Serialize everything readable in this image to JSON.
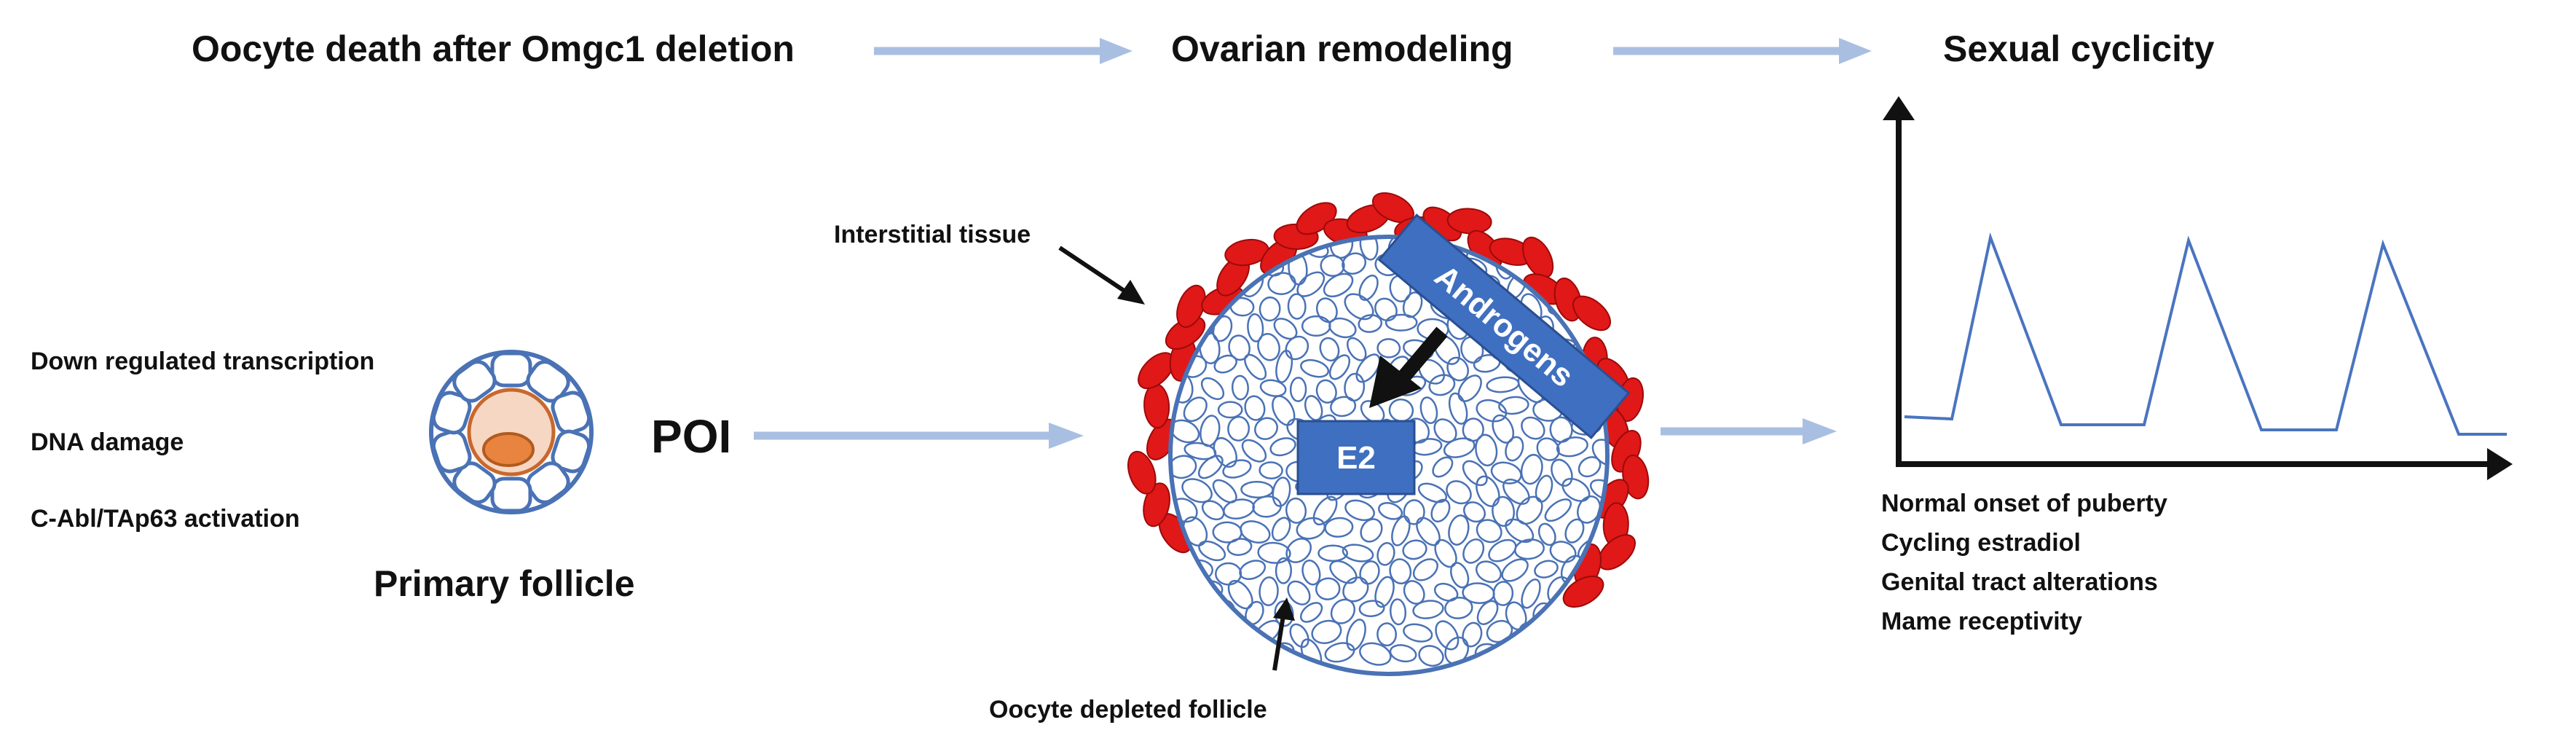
{
  "header": {
    "step1": "Oocyte death after Omgc1 deletion",
    "step2": "Ovarian remodeling",
    "step3": "Sexual cyclicity"
  },
  "left": {
    "mechanisms": [
      "Down regulated transcription",
      "DNA damage",
      "C-Abl/TAp63 activation"
    ],
    "follicle_label": "Primary follicle",
    "poi_label": "POI"
  },
  "center": {
    "interstitial_label": "Interstitial tissue",
    "androgens_label": "Androgens",
    "e2_label": "E2",
    "depleted_label": "Oocyte depleted follicle"
  },
  "right": {
    "outcomes": [
      "Normal onset of puberty",
      "Cycling estradiol",
      "Genital tract alterations",
      "Mame receptivity"
    ]
  },
  "colors": {
    "arrow": "#a9bfe2",
    "follicle_outline": "#4a72b5",
    "interstitial": "#e01818",
    "box": "#3f6fc0",
    "oocyte": "#f6d7c3",
    "nucleus": "#e8843f",
    "trace": "#4a74c0"
  }
}
